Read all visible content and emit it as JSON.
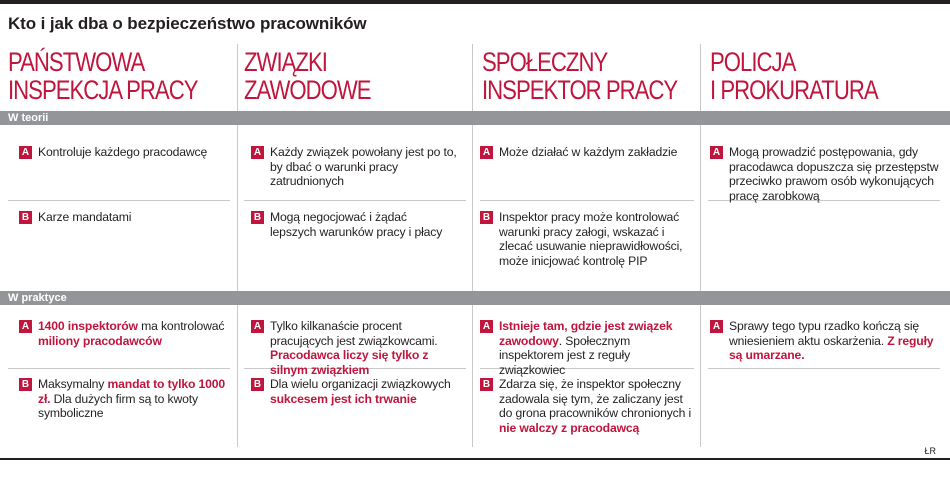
{
  "title": "Kto i jak dba o bezpieczeństwo pracowników",
  "columns": [
    {
      "line1": "PAŃSTWOWA",
      "line2": "INSPEKCJA PRACY"
    },
    {
      "line1": "ZWIĄZKI",
      "line2": "ZAWODOWE"
    },
    {
      "line1": "SPOŁECZNY",
      "line2": "INSPEKTOR PRACY"
    },
    {
      "line1": "POLICJA",
      "line2": "I PROKURATURA"
    }
  ],
  "sections": {
    "theory": "W teorii",
    "practice": "W praktyce"
  },
  "badges": {
    "a": "A",
    "b": "B"
  },
  "theory": {
    "pip_a": "Kontroluje każdego pracodawcę",
    "pip_b": "Karze mandatami",
    "zz_a": "Każdy związek powołany jest po to, by dbać o warunki pracy zatrudnionych",
    "zz_b": "Mogą negocjować i żądać lepszych warunków pracy i płacy",
    "sip_a": "Może działać w każdym zakładzie",
    "sip_b": "Inspektor pracy może kontrolować warunki pracy załogi, wskazać i zlecać usuwanie nieprawidłowości, może inicjować kontrolę PIP",
    "pol_a": "Mogą prowadzić postępowania, gdy pracodawca dopuszcza się przestępstw przeciwko prawom osób wykonujących pracę zarobkową"
  },
  "practice": {
    "pip_a": {
      "h1": "1400 inspektorów",
      "t1": " ma kontrolować ",
      "h2": "miliony pracodawców"
    },
    "pip_b": {
      "t1": "Maksymalny ",
      "h1": "mandat to tylko 1000 zł.",
      "t2": " Dla dużych firm są to kwoty symboliczne"
    },
    "zz_a": {
      "t1": "Tylko kilkanaście procent pracujących jest związkowcami. ",
      "h1": "Pracodawca liczy się tylko z silnym związkiem"
    },
    "zz_b": {
      "t1": "Dla wielu organizacji związkowych ",
      "h1": "sukcesem jest ich trwanie"
    },
    "sip_a": {
      "h1": "Istnieje tam, gdzie jest związek zawodowy",
      "t1": ". Społecznym inspektorem jest z reguły związkowiec"
    },
    "sip_b": {
      "t1": "Zdarza się, że inspektor społeczny zadowala się tym, że zaliczany jest do grona pracowników chronionych i ",
      "h1": "nie walczy z pracodawcą"
    },
    "pol_a": {
      "t1": "Sprawy tego typu rzadko kończą się wniesieniem aktu oskarżenia. ",
      "h1": "Z reguły są umarzane."
    }
  },
  "credit": "ŁR",
  "colors": {
    "accent": "#c0153d",
    "band": "#939598",
    "rule": "#231f20"
  }
}
